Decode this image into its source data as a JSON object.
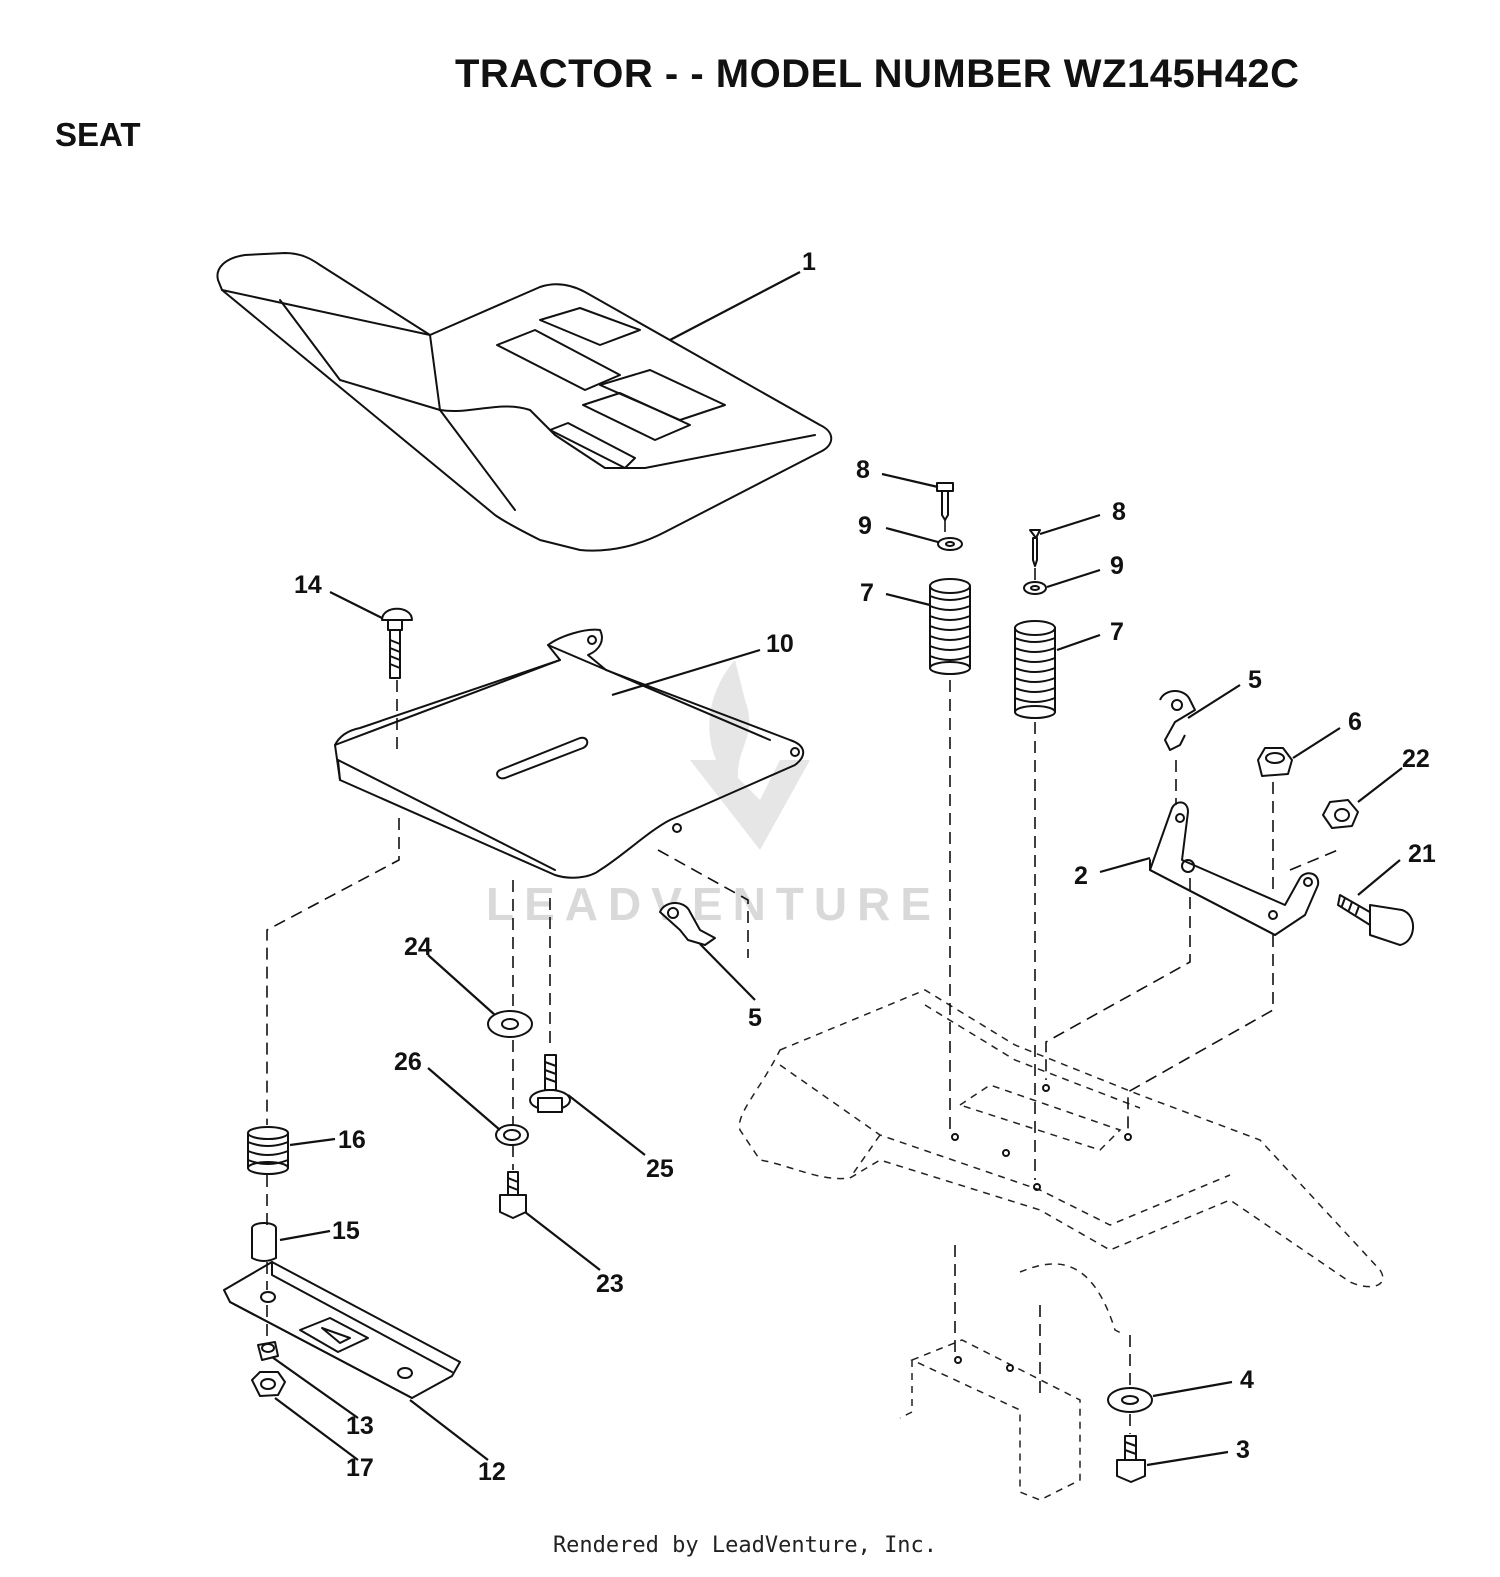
{
  "header": {
    "title": "TRACTOR - - MODEL NUMBER WZ145H42C",
    "section": "SEAT"
  },
  "watermark": {
    "text": "LEADVENTURE"
  },
  "footer": {
    "text": "Rendered by LeadVenture, Inc."
  },
  "callouts": {
    "seat": "1",
    "bracket": "2",
    "bolt_3": "3",
    "washer_4": "4",
    "clip_upper": "5",
    "clip_lower": "5",
    "nut_6": "6",
    "spring_left": "7",
    "spring_right": "7",
    "screw_left": "8",
    "screw_right": "8",
    "washer_left": "9",
    "washer_right": "9",
    "seat_pan": "10",
    "slide_rail": "12",
    "nut_13": "13",
    "carriage_bolt": "14",
    "spacer": "15",
    "spring_16": "16",
    "nut_17": "17",
    "bolt_21": "21",
    "nut_22": "22",
    "bolt_23": "23",
    "washer_24": "24",
    "bolt_25": "25",
    "washer_26": "26"
  }
}
